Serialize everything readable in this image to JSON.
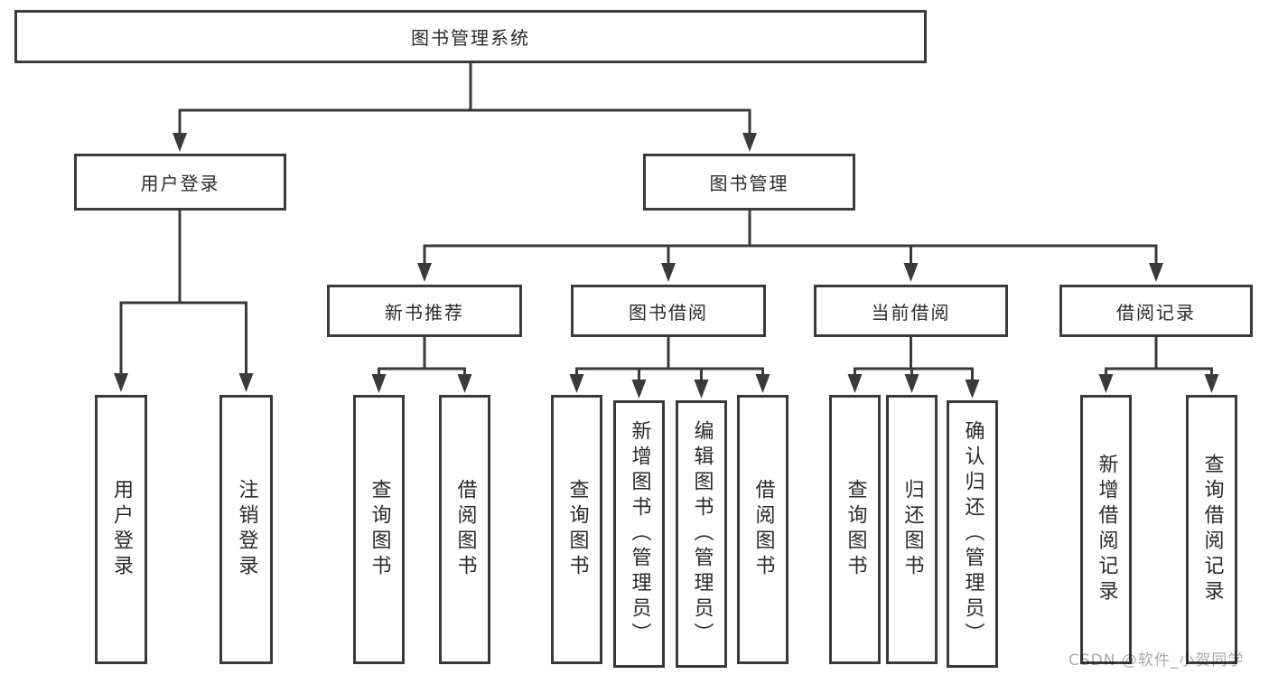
{
  "diagram": {
    "root": {
      "label": "图书管理系统"
    },
    "level2": [
      {
        "id": "user-login",
        "label": "用户登录"
      },
      {
        "id": "book-management",
        "label": "图书管理"
      }
    ],
    "level3": [
      {
        "id": "new-book-recommend",
        "label": "新书推荐"
      },
      {
        "id": "book-borrow",
        "label": "图书借阅"
      },
      {
        "id": "current-borrow",
        "label": "当前借阅"
      },
      {
        "id": "borrow-records",
        "label": "借阅记录"
      }
    ],
    "leaves": [
      {
        "id": "user-login-leaf",
        "label": "用户登录"
      },
      {
        "id": "logout",
        "label": "注销登录"
      },
      {
        "id": "recommend-query-book",
        "label": "查询图书"
      },
      {
        "id": "recommend-borrow-book",
        "label": "借阅图书"
      },
      {
        "id": "borrow-query-book",
        "label": "查询图书"
      },
      {
        "id": "borrow-add-book-admin",
        "label": "新增图书（管理员）"
      },
      {
        "id": "borrow-edit-book-admin",
        "label": "编辑图书（管理员）"
      },
      {
        "id": "borrow-borrow-book",
        "label": "借阅图书"
      },
      {
        "id": "current-query-book",
        "label": "查询图书"
      },
      {
        "id": "current-return-book",
        "label": "归还图书"
      },
      {
        "id": "current-confirm-return-admin",
        "label": "确认归还（管理员）"
      },
      {
        "id": "records-add-record",
        "label": "新增借阅记录"
      },
      {
        "id": "records-query-record",
        "label": "查询借阅记录"
      }
    ]
  },
  "watermark": {
    "text": "CSDN @软件_小贺同学"
  },
  "colors": {
    "line": "#3a3a3a",
    "text": "#2a2a2a",
    "background": "#ffffff",
    "watermark": "#ababab"
  }
}
